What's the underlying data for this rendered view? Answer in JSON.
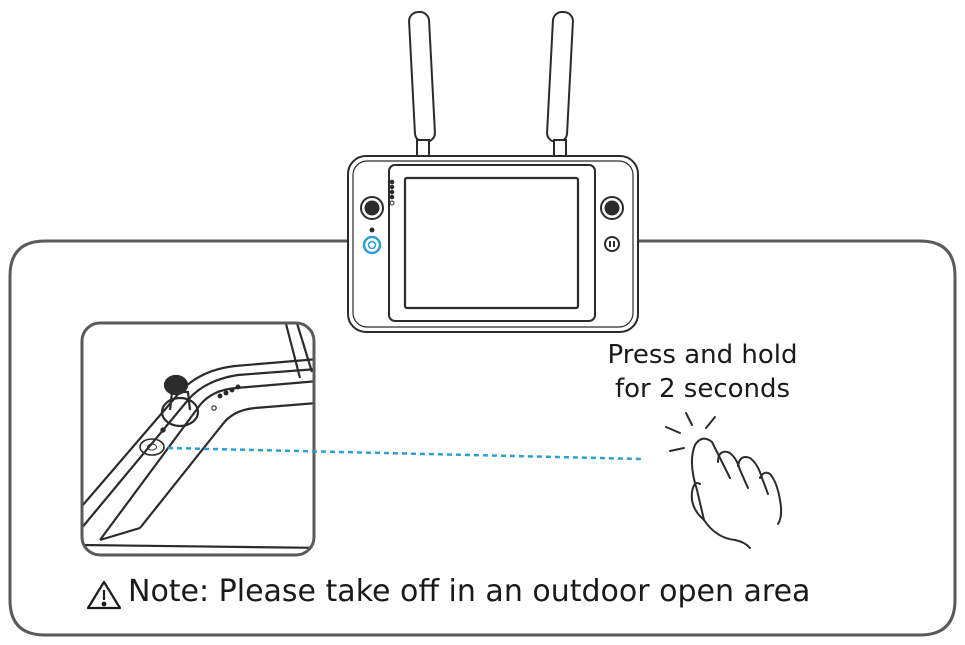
{
  "instruction": {
    "line1": "Press and hold",
    "line2": "for 2 seconds"
  },
  "note": {
    "icon": "warning-triangle-icon",
    "text": "Note: Please take off in an outdoor open area"
  },
  "colors": {
    "stroke": "#2b2b2b",
    "frame": "#5a5a5a",
    "accent": "#2e9fd3"
  }
}
